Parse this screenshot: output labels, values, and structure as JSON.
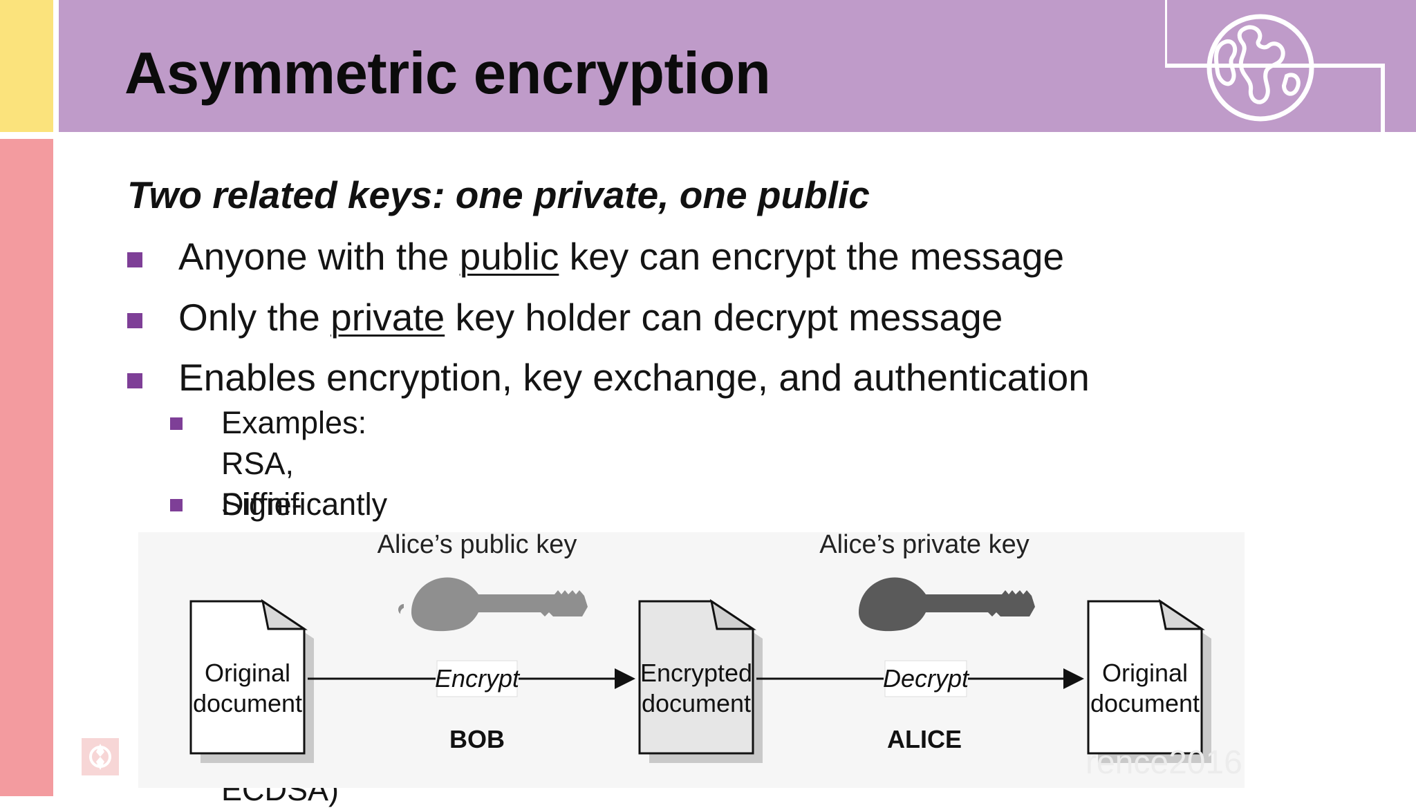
{
  "slide": {
    "title": "Asymmetric encryption",
    "subheading": "Two related keys: one private, one public",
    "bullets": [
      {
        "pre": "Anyone with the ",
        "underlined": "public",
        "post": " key can encrypt the message"
      },
      {
        "pre": "Only the ",
        "underlined": "private",
        "post": " key holder can decrypt message"
      },
      {
        "text": "Enables encryption, key exchange, and authentication"
      }
    ],
    "sub_bullets": [
      {
        "line1": "Examples: RSA, Diffie-Hellman, ElGamal, DSA, Elliptic curve (ECDH /",
        "line2": "ECDSA)"
      },
      {
        "line1": "Significantly slower than symmetric encryption"
      }
    ]
  },
  "diagram": {
    "public_key_label": "Alice’s public key",
    "private_key_label": "Alice’s private key",
    "doc1_line1": "Original",
    "doc1_line2": "document",
    "encrypt_label": "Encrypt",
    "doc2_line1": "Encrypted",
    "doc2_line2": "document",
    "decrypt_label": "Decrypt",
    "doc3_line1": "Original",
    "doc3_line2": "document",
    "bob_label": "BOB",
    "alice_label": "ALICE"
  },
  "watermark": {
    "text": "rence2016"
  },
  "colors": {
    "header": "#bf9bc9",
    "yellow_bar": "#fbe37c",
    "pink_bar": "#f39b9f",
    "bullet": "#7e3f97"
  },
  "icons": {
    "globe": "globe-icon",
    "key": "key-icon"
  }
}
